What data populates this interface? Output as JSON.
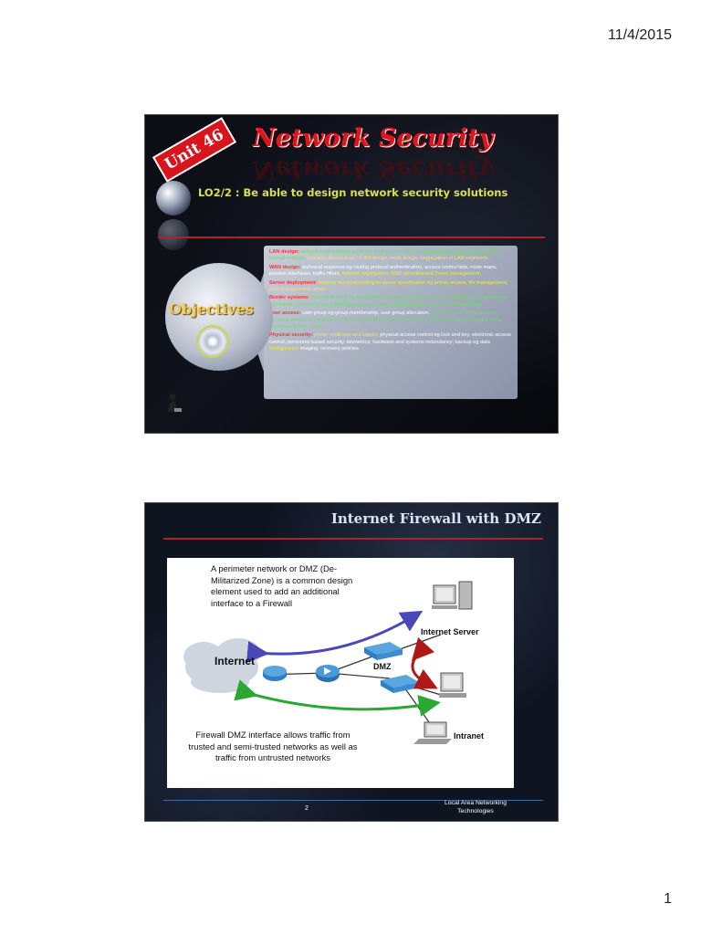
{
  "page": {
    "date": "11/4/2015",
    "page_number": "1"
  },
  "slide1": {
    "unit_tag": "Unit 46",
    "title": "Network Security",
    "subtitle": "LO2/2 : Be able to design network security solutions",
    "objectives_label": "Objectives",
    "items": [
      {
        "label": "LAN design:",
        "text": "network segmentation eg VLAN routing, inter-VLAN communication; access control lists; firewall settings,",
        "hl": "wireless; device trust; VLAN design; trunk design; segregation of LAN segments"
      },
      {
        "label": "WAN design:",
        "text": "technical response eg routing protocol authentication, access control lists, route maps, passive interfaces, traffic filters,",
        "hl": "network segregation, DMZ (demilitarised Zone) management"
      },
      {
        "label": "Server deployment:",
        "text": "",
        "hl": "security needs according to server specification eg printer access, file management, data management, email"
      },
      {
        "label": "Border systems:",
        "text": "",
        "gr": "security devices eg firewall (internal and external), IDS, proxy; network access devices eg routers; monitoring and reporting systems; remote access security; public key infrastructure"
      },
      {
        "label": "User access:",
        "text": "user group eg group membership, user group allocation,",
        "gr": "administration rights, security personal attributes; privileges; continuous review of rights allocation; rights eg file, server, service, data, hardware, printer, email"
      },
      {
        "label": "Physical security:",
        "hl": "power resilience and supply;",
        "text": "physical access control eg lock and key, electronic access control, personnel based security, biometrics; hardware and systems redundancy; backup eg data",
        "hl2": "configuration",
        "text2": "imaging; recovery policies"
      }
    ]
  },
  "slide2": {
    "title": "Internet Firewall with DMZ",
    "intro": "A perimeter network or DMZ (De-Militarized Zone) is a common design element used to add an additional interface to a Firewall",
    "caption": "Firewall DMZ interface allows traffic from trusted and semi-trusted networks as well as traffic from untrusted networks",
    "labels": {
      "internet": "Internet",
      "internet_server": "Internet Server",
      "dmz": "DMZ",
      "intranet": "Intranet"
    },
    "footer_page": "2",
    "footer_text": "Local Area Networking Technologies"
  }
}
